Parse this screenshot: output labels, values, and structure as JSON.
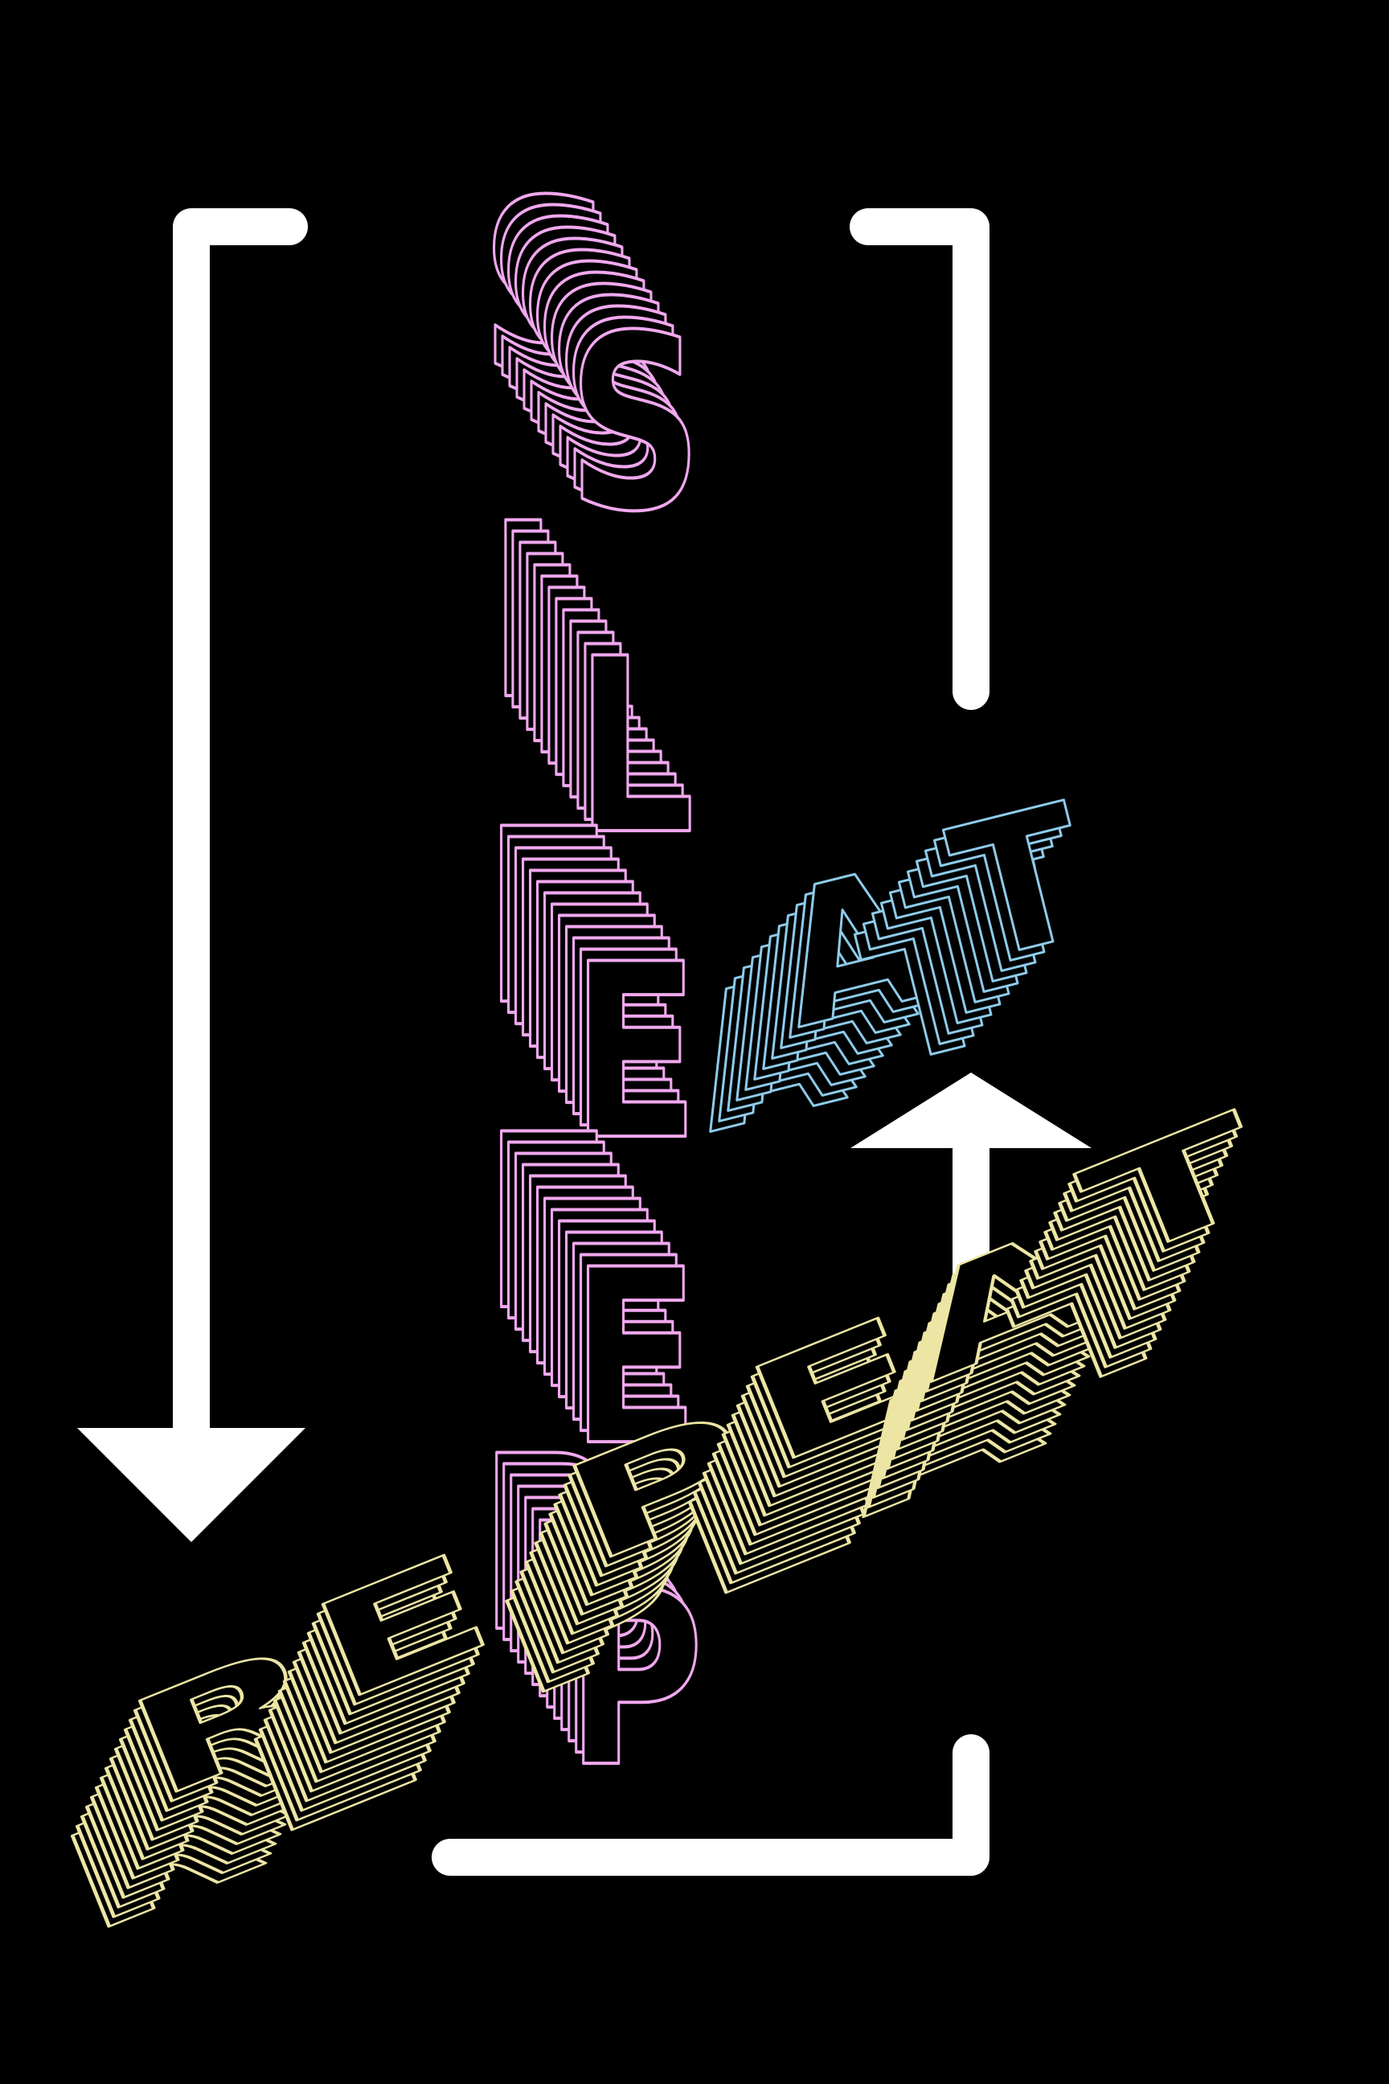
{
  "poster": {
    "background": "#000000",
    "frame_color": "#ffffff",
    "words": {
      "eat": {
        "letters": [
          "A",
          "T"
        ],
        "color": "#8ecbea",
        "fill": "#000000"
      },
      "sleep": {
        "letters": [
          "S",
          "L",
          "E",
          "E",
          "P"
        ],
        "color": "#f0a8ee",
        "fill": "#000000"
      },
      "repeat": {
        "letters": [
          "R",
          "E",
          "P",
          "E",
          "A",
          "T"
        ],
        "color": "#ece5a4",
        "fill": "#000000"
      }
    }
  }
}
